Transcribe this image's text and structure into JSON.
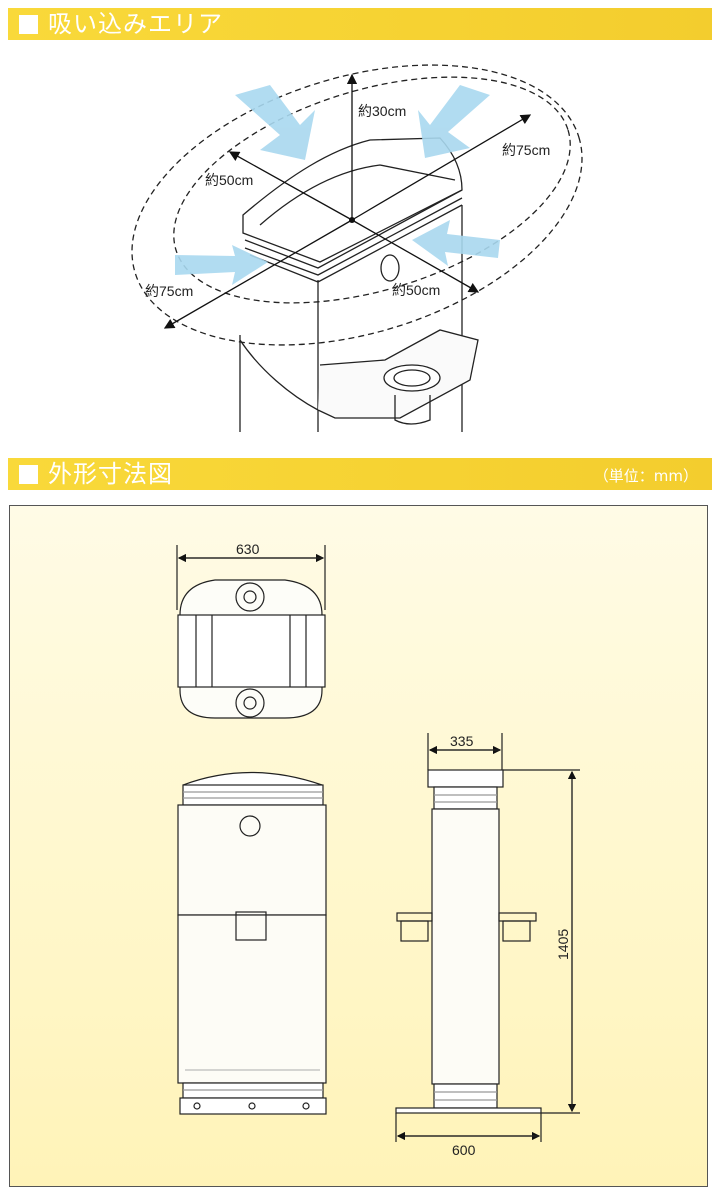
{
  "sections": {
    "suction_area": {
      "title": "吸い込みエリア",
      "labels": {
        "height": "約30cm",
        "front_depth": "約50cm",
        "right_width": "約75cm",
        "left_width": "約75cm",
        "rear_depth": "約50cm"
      }
    },
    "dimensions": {
      "title": "外形寸法図",
      "unit": "（単位：mm）",
      "labels": {
        "top_width": "630",
        "side_width": "335",
        "height": "1405",
        "base_width": "600"
      }
    }
  },
  "colors": {
    "header": "#f7d533",
    "box_bg": "#fff8cf",
    "arrow": "#a9d8ef"
  }
}
